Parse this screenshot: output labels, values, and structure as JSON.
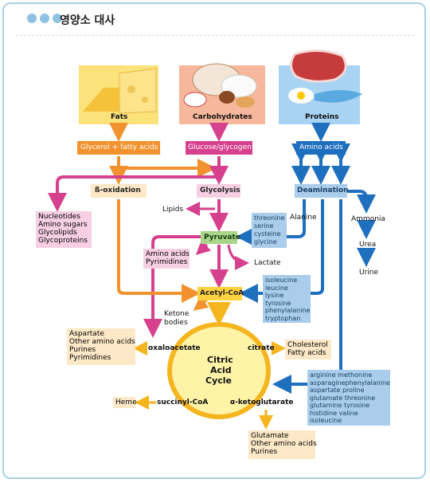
{
  "window": {
    "title": "영양소 대사"
  },
  "sources": {
    "fats": "Fats",
    "carbohydrates": "Carbohydrates",
    "proteins": "Proteins"
  },
  "nodes": {
    "glycerol": "Glycerol + fatty acids",
    "glucose": "Glucose/glycogen",
    "amino_acids": "Amino acids",
    "beta_oxidation": "ß-oxidation",
    "glycolysis": "Glycolysis",
    "deamination": "Deamination",
    "pyruvate": "Pyruvate",
    "acetyl_coa": "Acetyl-CoA",
    "lipids": "Lipids",
    "lactate": "Lactate",
    "alanine": "Alanine",
    "ammonia": "Ammonia",
    "urea": "Urea",
    "urine": "Urine",
    "ketone": [
      "Ketone",
      "bodies"
    ],
    "oxaloacetate": "oxaloacetate",
    "citrate": "citrate",
    "succinyl": "succinyl-CoA",
    "ketoglutarate": "α-ketoglutarate",
    "cycle": [
      "Citric",
      "Acid",
      "Cycle"
    ],
    "heme": "Heme"
  },
  "lists": {
    "nucleotides": [
      "Nucleotides",
      "Amino sugars",
      "Glycolipids",
      "Glycoproteins"
    ],
    "amino_pyr": [
      "Amino acids",
      "Pyrimidines"
    ],
    "threonine": [
      "threonine",
      "serine",
      "cysteine",
      "glycine"
    ],
    "isoleucine": [
      "isoleucine",
      "leucine",
      "lysine",
      "tyrosine",
      "phenylalanine",
      "tryptophan"
    ],
    "aspartate": [
      "Aspartate",
      "Other amino acids",
      "Purines",
      "Pyrimidines"
    ],
    "cholesterol": [
      "Cholesterol",
      "Fatty acids"
    ],
    "arginine": [
      "arginine    methonine",
      "asparaginephenylalanine",
      "aspartate  proline",
      "glutamate threonine",
      "glutamine tyrosine",
      "histidine    valine",
      "isoleucine"
    ],
    "glutamate": [
      "Glutamate",
      "Other amino acids",
      "Purines"
    ]
  },
  "colors": {
    "fat_orange": "#f2922e",
    "carb_magenta": "#d6418e",
    "protein_blue": "#1f6fbf",
    "pyruvate_green": "#a8d68a",
    "acetyl_yellow": "#ffd23f",
    "product_cream": "#fde9c7",
    "lightblue_box": "#a9cdea",
    "pink_box": "#f7cfe3",
    "yellow_box": "#fff1c7",
    "cycle_fill": "#fff3a8",
    "cycle_ring": "#f5b51e"
  },
  "icons": [
    "cheese-image",
    "bread-image",
    "steak-image"
  ]
}
